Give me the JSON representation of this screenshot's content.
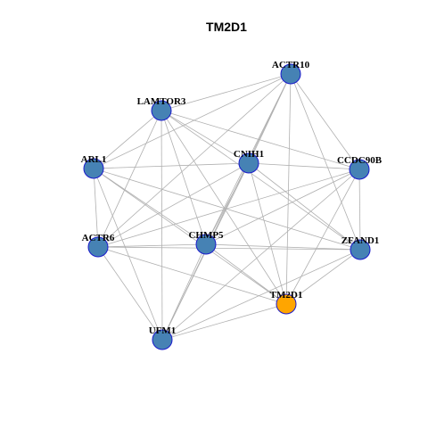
{
  "title": "TM2D1",
  "colors": {
    "default_node": "#4682B4",
    "highlight_node": "#FFA500",
    "node_border": "#1A1ACC",
    "edge": "#B0B0B0"
  },
  "nodes": [
    {
      "id": "ACTR10",
      "label": "ACTR10",
      "highlight": false
    },
    {
      "id": "LAMTOR3",
      "label": "LAMTOR3",
      "highlight": false
    },
    {
      "id": "ARL1",
      "label": "ARL1",
      "highlight": false
    },
    {
      "id": "CNIH1",
      "label": "CNIH1",
      "highlight": false
    },
    {
      "id": "CCDC90B",
      "label": "CCDC90B",
      "highlight": false
    },
    {
      "id": "ACTR6",
      "label": "ACTR6",
      "highlight": false
    },
    {
      "id": "CHMP5",
      "label": "CHMP5",
      "highlight": false
    },
    {
      "id": "ZFAND1",
      "label": "ZFAND1",
      "highlight": false
    },
    {
      "id": "TM2D1",
      "label": "TM2D1",
      "highlight": true
    },
    {
      "id": "UFM1",
      "label": "UFM1",
      "highlight": false
    }
  ],
  "edges": [
    [
      "ACTR10",
      "LAMTOR3"
    ],
    [
      "ACTR10",
      "ARL1"
    ],
    [
      "ACTR10",
      "CNIH1"
    ],
    [
      "ACTR10",
      "CCDC90B"
    ],
    [
      "ACTR10",
      "ACTR6"
    ],
    [
      "ACTR10",
      "CHMP5"
    ],
    [
      "ACTR10",
      "ZFAND1"
    ],
    [
      "ACTR10",
      "TM2D1"
    ],
    [
      "ACTR10",
      "UFM1"
    ],
    [
      "LAMTOR3",
      "ARL1"
    ],
    [
      "LAMTOR3",
      "CNIH1"
    ],
    [
      "LAMTOR3",
      "CCDC90B"
    ],
    [
      "LAMTOR3",
      "ACTR6"
    ],
    [
      "LAMTOR3",
      "CHMP5"
    ],
    [
      "LAMTOR3",
      "ZFAND1"
    ],
    [
      "LAMTOR3",
      "TM2D1"
    ],
    [
      "LAMTOR3",
      "UFM1"
    ],
    [
      "ARL1",
      "CNIH1"
    ],
    [
      "ARL1",
      "ACTR6"
    ],
    [
      "ARL1",
      "CHMP5"
    ],
    [
      "ARL1",
      "ZFAND1"
    ],
    [
      "ARL1",
      "TM2D1"
    ],
    [
      "ARL1",
      "UFM1"
    ],
    [
      "CNIH1",
      "CCDC90B"
    ],
    [
      "CNIH1",
      "ACTR6"
    ],
    [
      "CNIH1",
      "CHMP5"
    ],
    [
      "CNIH1",
      "ZFAND1"
    ],
    [
      "CNIH1",
      "TM2D1"
    ],
    [
      "CNIH1",
      "UFM1"
    ],
    [
      "CCDC90B",
      "ACTR6"
    ],
    [
      "CCDC90B",
      "CHMP5"
    ],
    [
      "CCDC90B",
      "ZFAND1"
    ],
    [
      "CCDC90B",
      "TM2D1"
    ],
    [
      "CCDC90B",
      "UFM1"
    ],
    [
      "ACTR6",
      "CHMP5"
    ],
    [
      "ACTR6",
      "ZFAND1"
    ],
    [
      "ACTR6",
      "TM2D1"
    ],
    [
      "ACTR6",
      "UFM1"
    ],
    [
      "CHMP5",
      "ZFAND1"
    ],
    [
      "CHMP5",
      "TM2D1"
    ],
    [
      "CHMP5",
      "UFM1"
    ],
    [
      "ZFAND1",
      "TM2D1"
    ],
    [
      "ZFAND1",
      "UFM1"
    ],
    [
      "TM2D1",
      "UFM1"
    ]
  ]
}
